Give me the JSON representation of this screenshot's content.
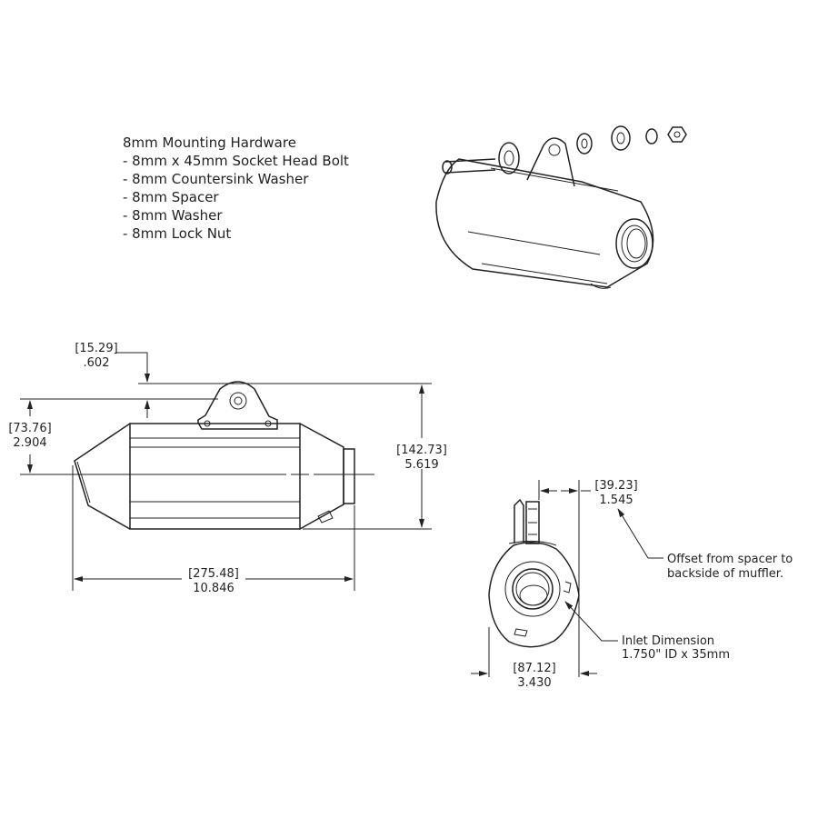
{
  "hardware_notes": {
    "title": "8mm Mounting Hardware",
    "items": [
      "- 8mm x 45mm Socket Head Bolt",
      "- 8mm Countersink Washer",
      "- 8mm Spacer",
      "- 8mm Washer",
      "- 8mm Lock Nut"
    ]
  },
  "side_view": {
    "bracket_offset": {
      "metric": "[15.29]",
      "imperial": ".602"
    },
    "centerline_height": {
      "metric": "[73.76]",
      "imperial": "2.904"
    },
    "overall_height": {
      "metric": "[142.73]",
      "imperial": "5.619"
    },
    "overall_length": {
      "metric": "[275.48]",
      "imperial": "10.846"
    }
  },
  "end_view": {
    "spacer_offset": {
      "metric": "[39.23]",
      "imperial": "1.545"
    },
    "width": {
      "metric": "[87.12]",
      "imperial": "3.430"
    },
    "offset_callout": [
      "Offset from spacer to",
      "backside of muffler."
    ],
    "inlet_callout": [
      "Inlet Dimension",
      "1.750\" ID x 35mm"
    ]
  }
}
